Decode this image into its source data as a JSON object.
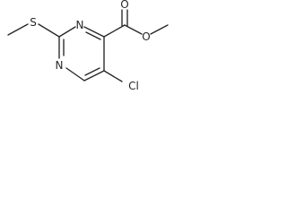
{
  "molecule": {
    "atoms": {
      "sulfur": "S",
      "nitrogen_1": "N",
      "nitrogen_3": "N",
      "carbonyl_oxygen": "O",
      "ester_oxygen": "O",
      "chlorine": "Cl"
    }
  }
}
